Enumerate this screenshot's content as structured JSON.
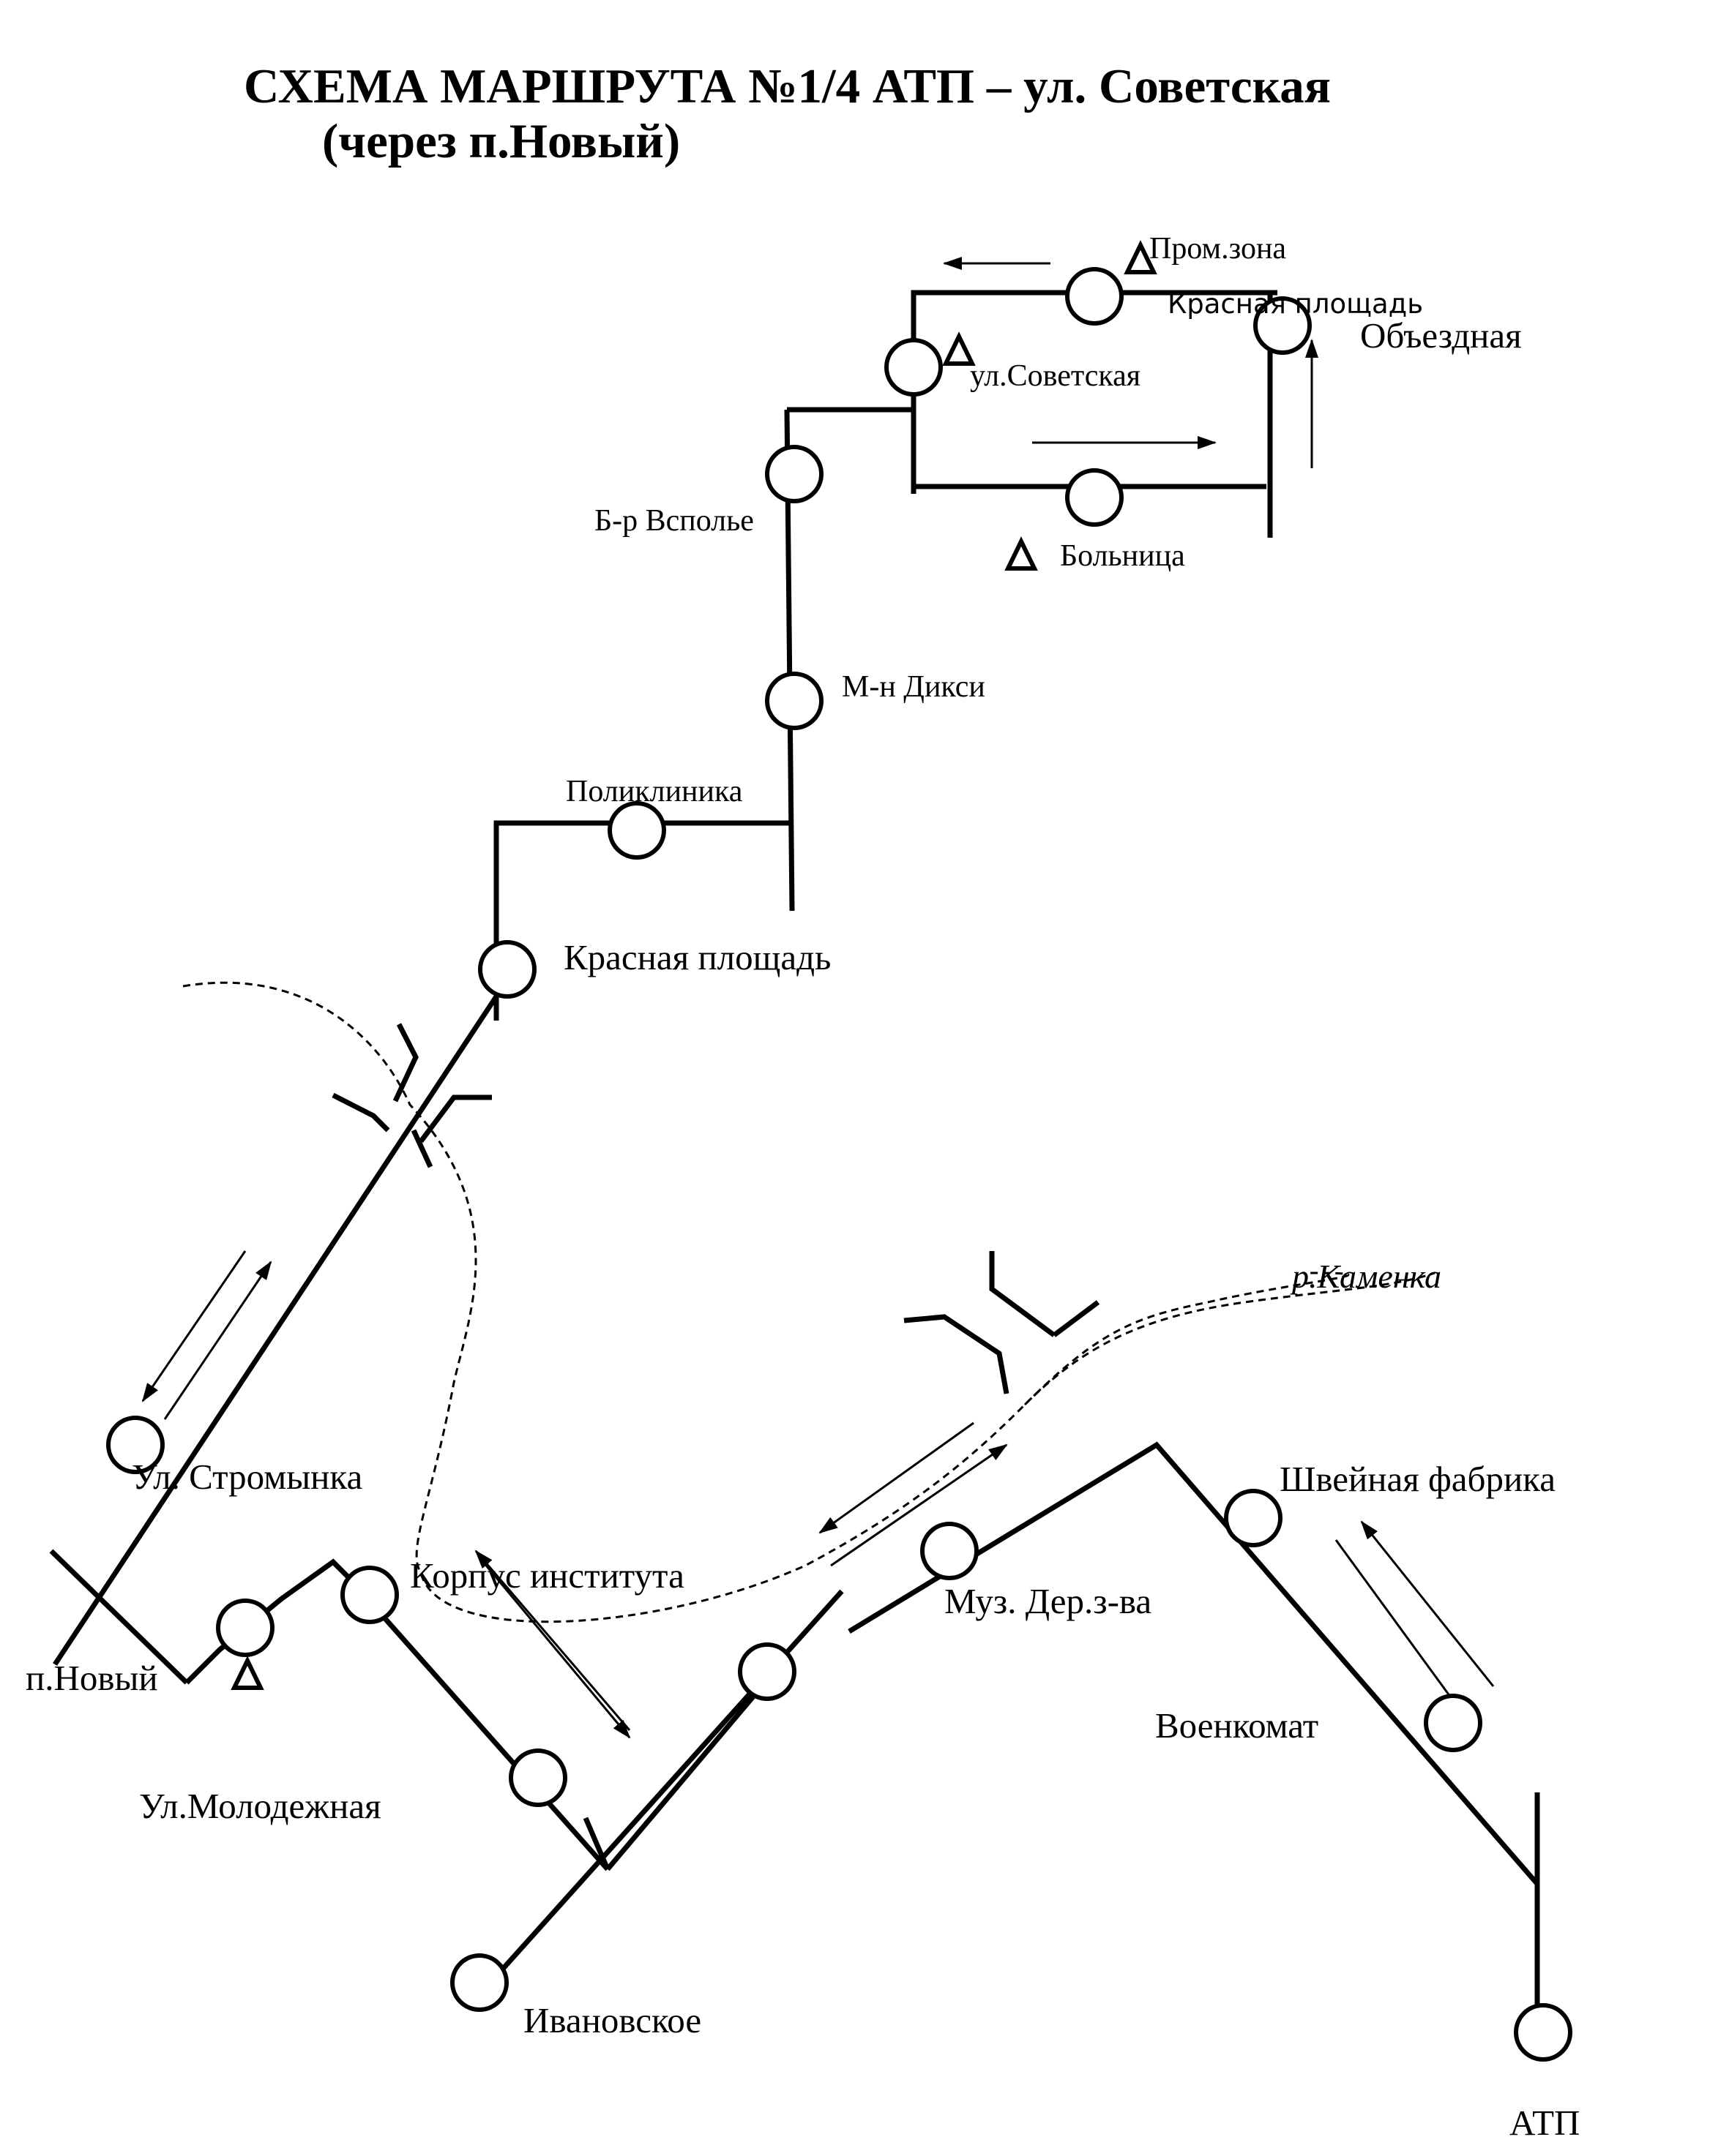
{
  "title": {
    "line1": "СХЕМА МАРШРУТА  №1/4 АТП – ул. Советская",
    "line2": "(через п.Новый)"
  },
  "river": "р.Каменка",
  "labels": {
    "prom_zona": "Пром.зона",
    "krasnaya_top": "Красная площадь",
    "obezdnaya": "Объездная",
    "sovetskaya": "ул.Советская",
    "vspolye": "Б-р Всполье",
    "bolnitsa": "Больница",
    "diksi": "М-н Дикси",
    "poliklinika": "Поликлиника",
    "krasnaya": "Красная площадь",
    "stromynka": "Ул. Стромынка",
    "korpus": "Корпус института",
    "shveinaya": "Швейная фабрика",
    "muz": "Муз. Дер.з-ва",
    "novy": "п.Новый",
    "voenkomat": "Военкомат",
    "molodezhnaya": "Ул.Молодежная",
    "ivanovskoe": "Ивановское",
    "atp": "АТП"
  }
}
